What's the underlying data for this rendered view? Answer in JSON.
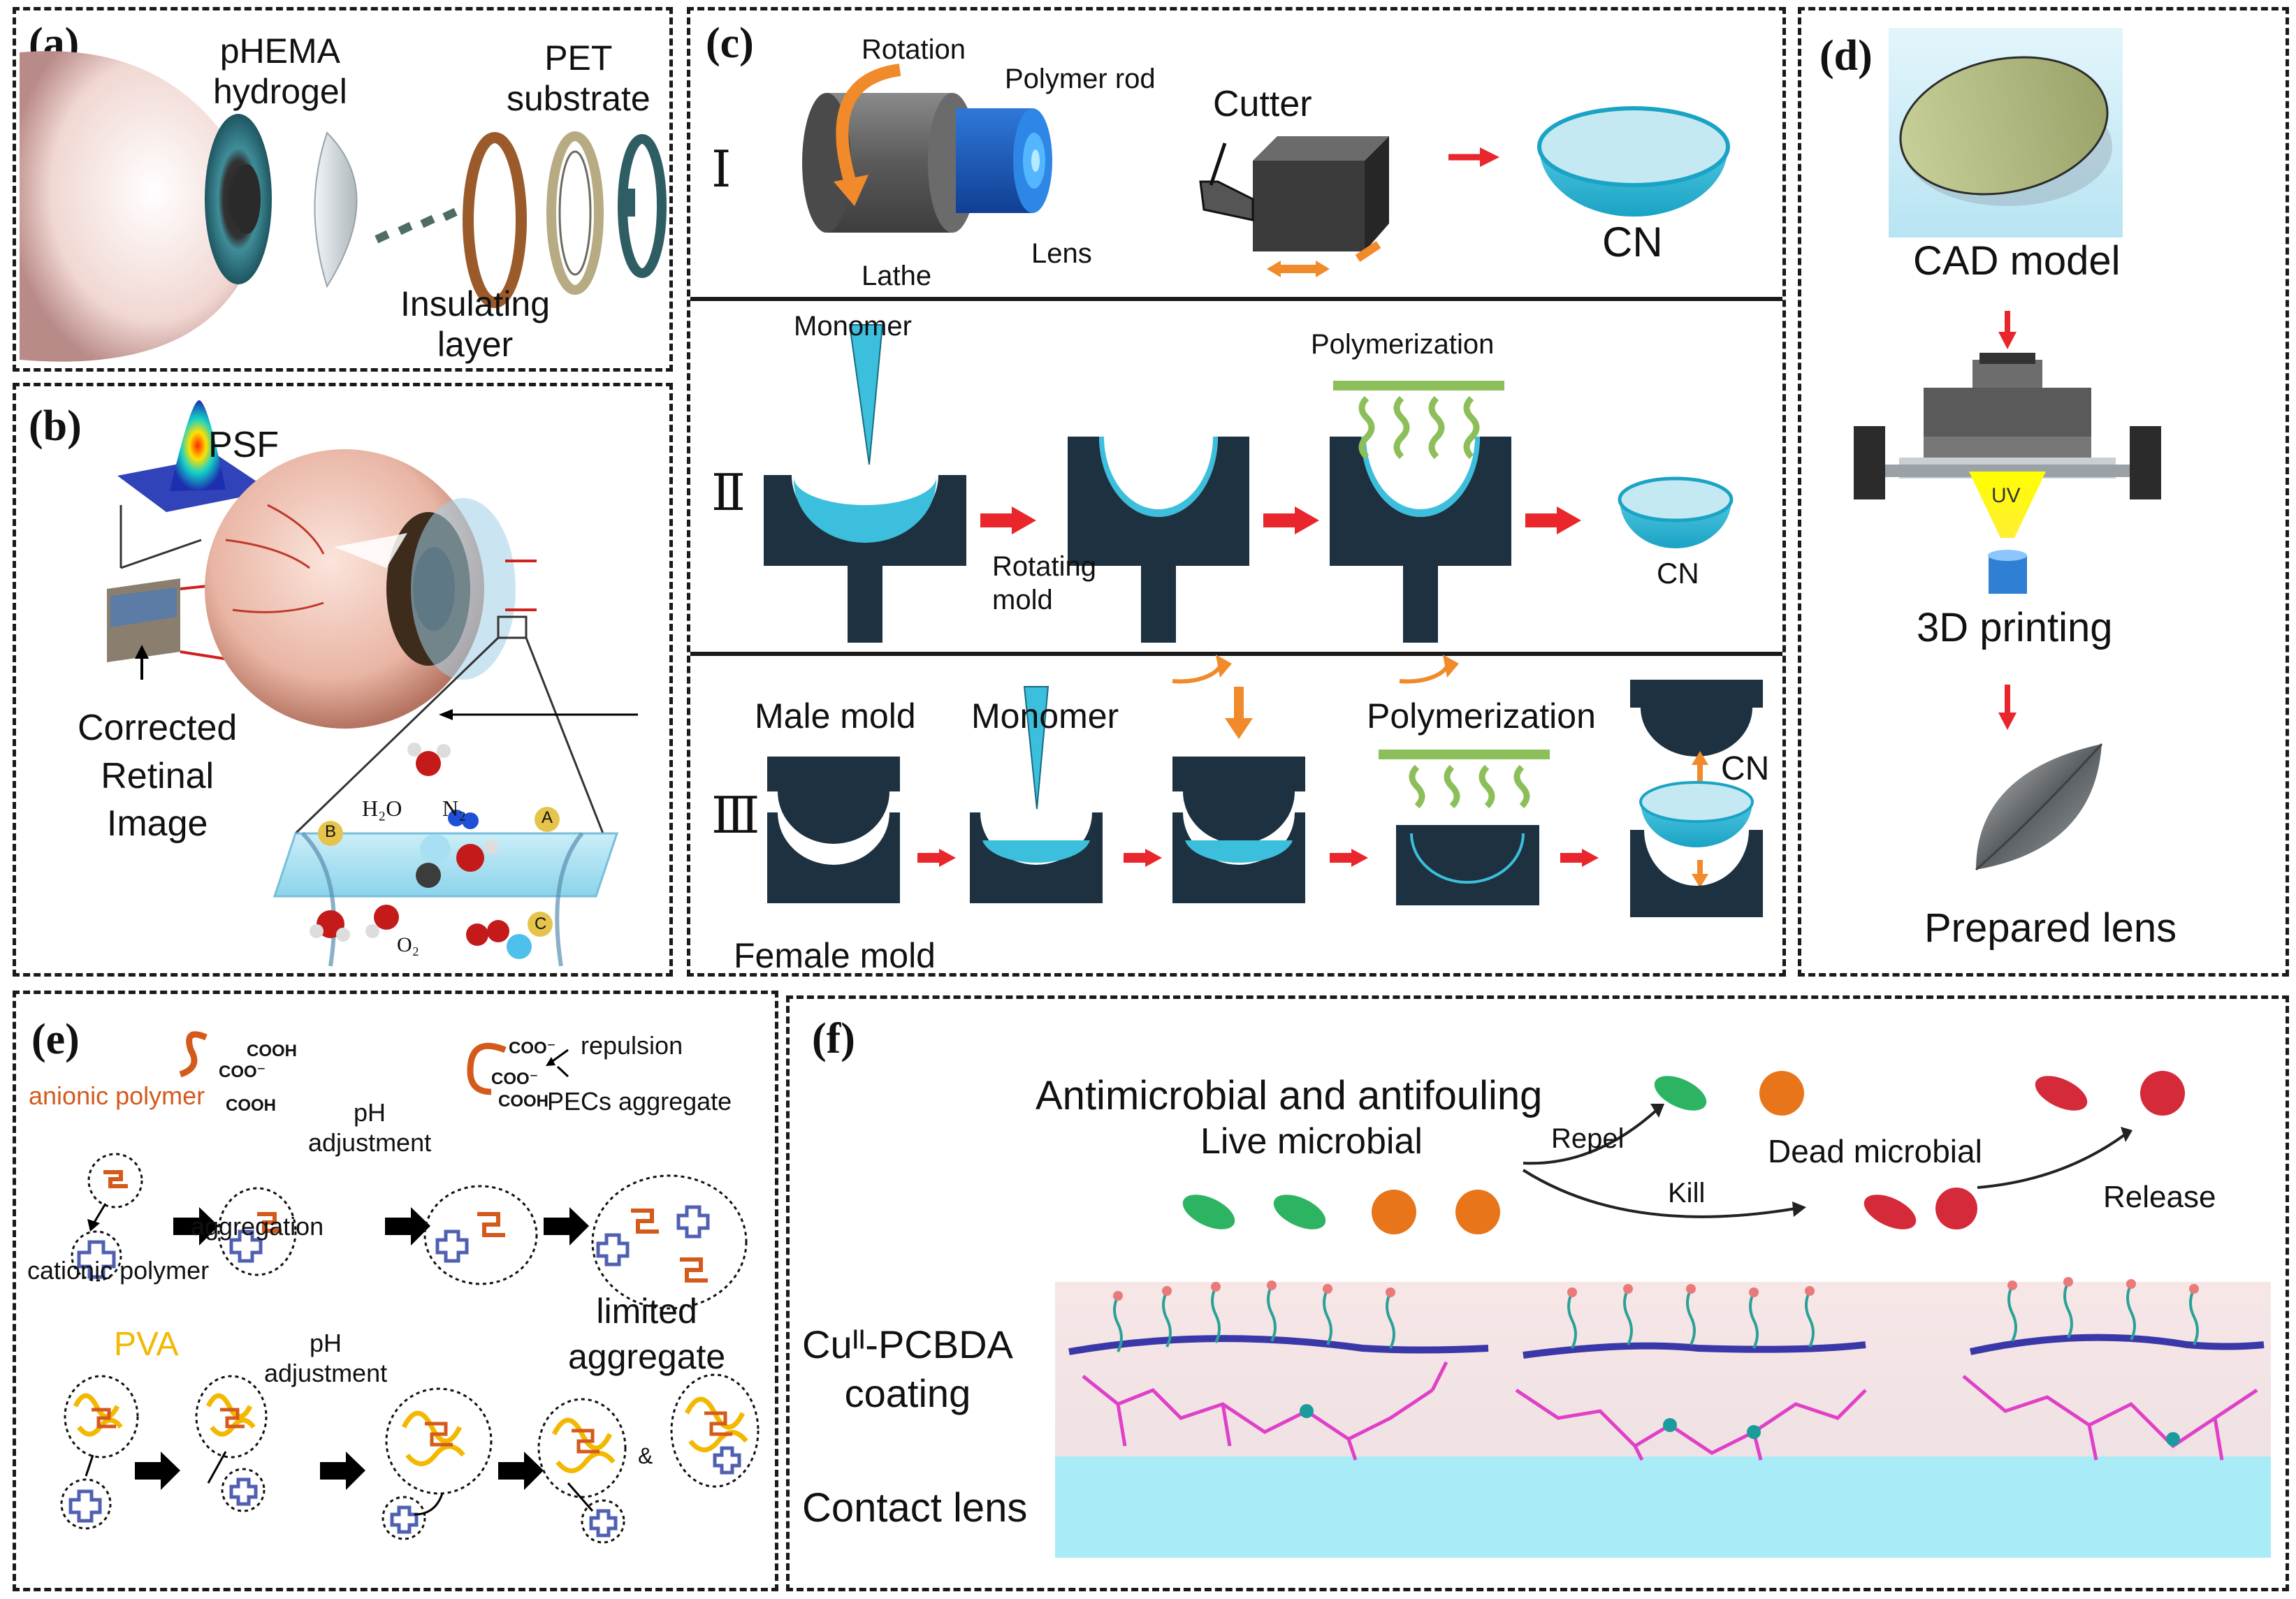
{
  "panel_a": {
    "label": "(a)",
    "hydrogel": "pHEMA\nhydrogel",
    "substrate": "PET\nsubstrate",
    "insulating": "Insulating\nlayer"
  },
  "panel_b": {
    "label": "(b)",
    "psf": "PSF",
    "corrected": "Corrected\nRetinal\nImage",
    "h2o": "H₂O",
    "n2": "N₂",
    "o2": "O₂",
    "a": "A",
    "b": "B",
    "c": "C"
  },
  "panel_c": {
    "label": "(c)",
    "roman": [
      "Ⅰ",
      "Ⅱ",
      "Ⅲ"
    ],
    "row1": {
      "rotation": "Rotation",
      "polymer_rod": "Polymer rod",
      "cutter": "Cutter",
      "lathe": "Lathe",
      "lens": "Lens",
      "cn": "CN"
    },
    "row2": {
      "monomer": "Monomer",
      "polymerization": "Polymerization",
      "rotating_mold": "Rotating\nmold",
      "cn": "CN"
    },
    "row3": {
      "male_mold": "Male mold",
      "monomer": "Monomer",
      "polymerization": "Polymerization",
      "cn": "CN",
      "female_mold": "Female mold"
    }
  },
  "panel_d": {
    "label": "(d)",
    "cad": "CAD model",
    "uv": "UV",
    "printing": "3D printing",
    "prepared": "Prepared lens"
  },
  "panel_e": {
    "label": "(e)",
    "cooh1": "COOH",
    "coo1": "COO⁻",
    "cooh2": "COOH",
    "coo2": "COO⁻",
    "coo3": "COO⁻",
    "cooh3": "COOH",
    "repulsion": "repulsion",
    "anionic": "anionic polymer",
    "ph1": "pH\nadjustment",
    "pecs": "PECs aggregate",
    "aggregation": "aggregation",
    "cationic": "cationic polymer",
    "pva": "PVA",
    "ph2": "pH\nadjustment",
    "limited": "limited\naggregate",
    "amp": "&"
  },
  "panel_f": {
    "label": "(f)",
    "title": "Antimicrobial and antifouling",
    "live": "Live microbial",
    "repel": "Repel",
    "kill": "Kill",
    "dead": "Dead microbial",
    "release": "Release",
    "coating": "Cuᴵᴵ-PCBDA\ncoating",
    "contact": "Contact lens"
  },
  "colors": {
    "navy": "#1d3140",
    "cyan": "#33b7d4",
    "red": "#e8262b",
    "orange": "#f08a2a",
    "magenta": "#e040c8",
    "lens_blue": "#a9ecf8"
  }
}
